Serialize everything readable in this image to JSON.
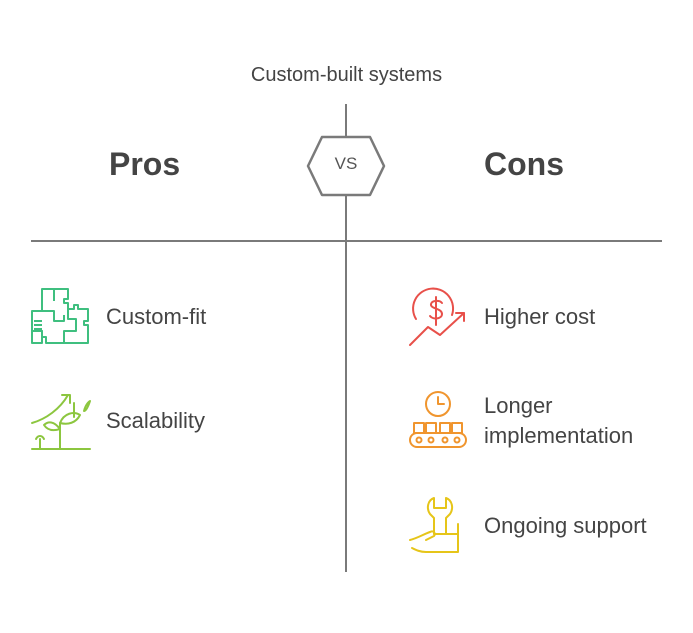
{
  "title": "Custom-built systems",
  "pros": {
    "heading": "Pros",
    "items": [
      {
        "label": "Custom-fit",
        "icon": "puzzle-floorplan-icon",
        "color": "#3fbf7f"
      },
      {
        "label": "Scalability",
        "icon": "growing-plant-icon",
        "color": "#8cc63f"
      }
    ]
  },
  "cons": {
    "heading": "Cons",
    "items": [
      {
        "label": "Higher cost",
        "icon": "dollar-rising-icon",
        "color": "#e8504a"
      },
      {
        "label": "Longer implementation",
        "icon": "clock-conveyor-icon",
        "color": "#f0952e"
      },
      {
        "label": "Ongoing support",
        "icon": "wrench-hand-icon",
        "color": "#e6c519"
      }
    ]
  },
  "vs_label": "VS",
  "colors": {
    "text": "#444444",
    "divider": "#7a7a7a"
  }
}
